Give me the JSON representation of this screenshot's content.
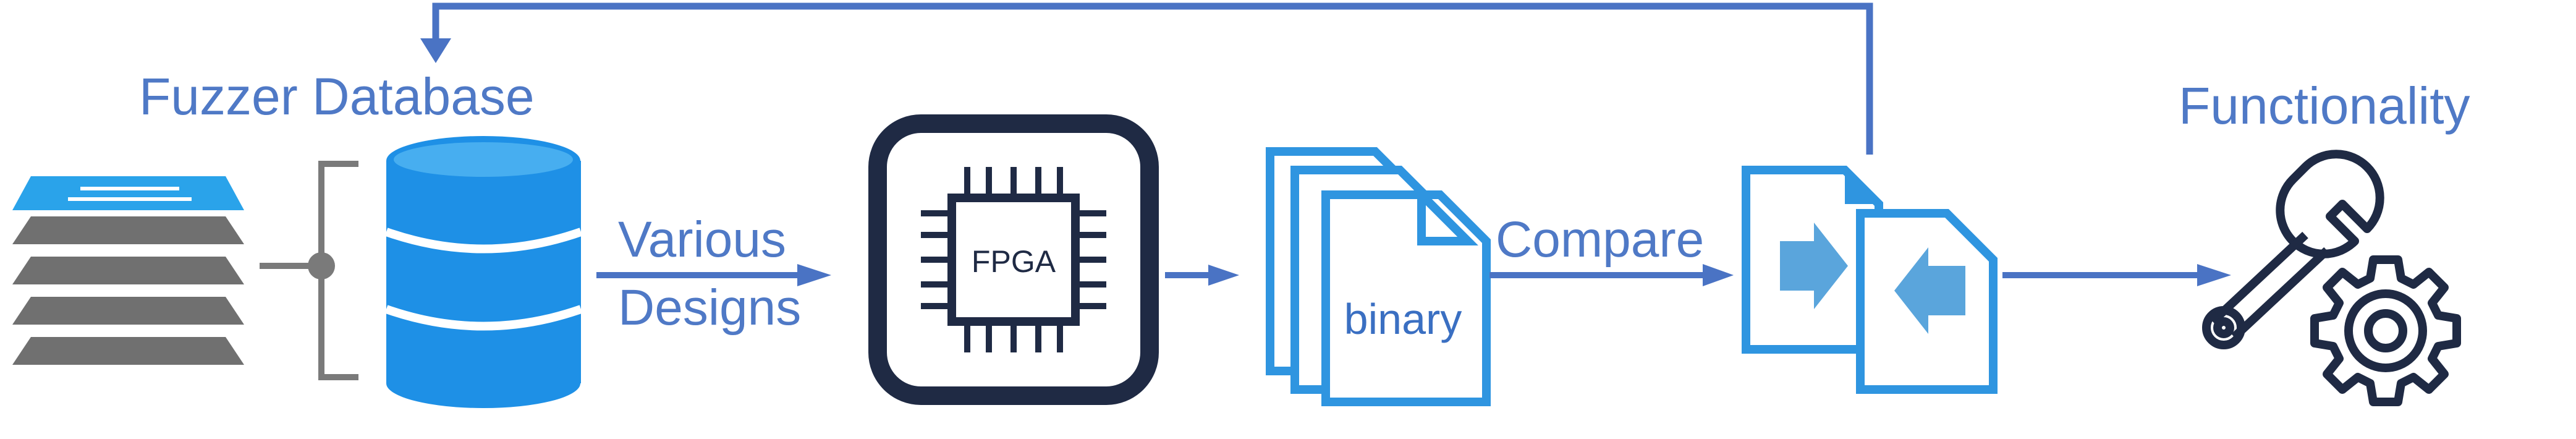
{
  "labels": {
    "fuzzer_database": "Fuzzer Database",
    "various": "Various",
    "designs": "Designs",
    "fpga": "FPGA",
    "binary": "binary",
    "compare": "Compare",
    "functionality": "Functionality"
  },
  "colors": {
    "arrow": "#4a73c4",
    "label": "#4f79c6",
    "db_blue": "#1e90e6",
    "doc_blue": "#2f95e0",
    "fpga_border": "#1f2a44",
    "stack_gray": "#6e6e6e",
    "stack_top_blue": "#2aa3ea",
    "bracket_gray": "#7a7a7a"
  },
  "icons": {
    "stack": "layer-stack-icon",
    "database": "database-icon",
    "fpga": "fpga-chip-icon",
    "binary": "binary-files-icon",
    "compare": "compare-files-icon",
    "functionality": "wrench-gear-icon"
  }
}
